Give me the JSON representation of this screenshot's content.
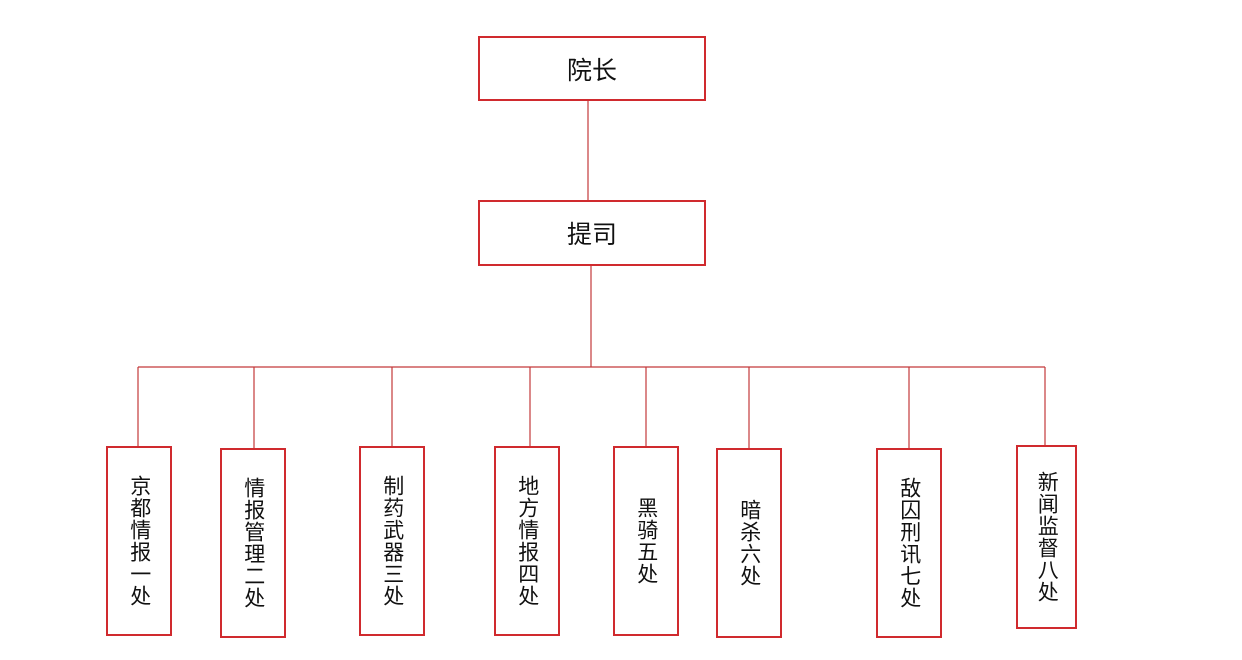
{
  "org_chart": {
    "root": {
      "label": "院长"
    },
    "second": {
      "label": "提司"
    },
    "departments": [
      {
        "label": "京都情报一处"
      },
      {
        "label": "情报管理二处"
      },
      {
        "label": "制药武器三处"
      },
      {
        "label": "地方情报四处"
      },
      {
        "label": "黑骑五处"
      },
      {
        "label": "暗杀六处"
      },
      {
        "label": "敌囚刑讯七处"
      },
      {
        "label": "新闻监督八处"
      }
    ]
  },
  "colors": {
    "box_border": "#d02a2e",
    "connector": "#c3393a",
    "text": "#111111",
    "background": "#ffffff"
  }
}
